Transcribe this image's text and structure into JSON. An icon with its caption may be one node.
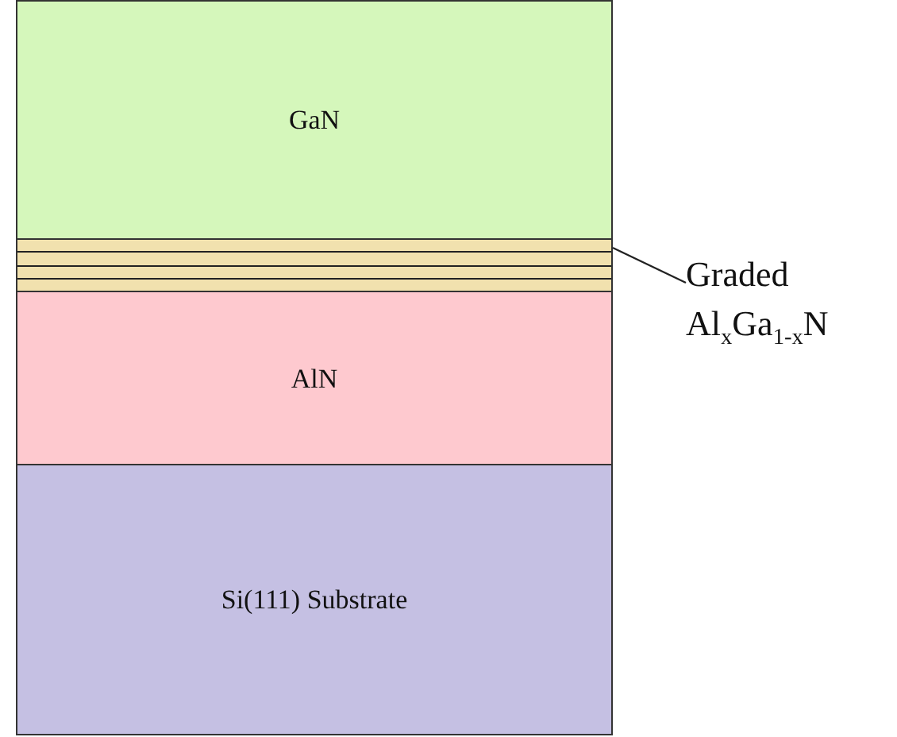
{
  "diagram": {
    "nodes": [
      {
        "text": [
          "GaN"
        ]
      },
      {
        "text": [],
        "shape": "bar"
      },
      {
        "text": [
          "AlN"
        ]
      },
      {
        "text": [
          "Si(111) Substrate"
        ]
      },
      {
        "text": [
          "Graded Al$_{x}$Ga$_{1-x}$N"
        ]
      }
    ],
    "edges": [
      {
        "from": 4,
        "to": 1,
        "arrow": "none"
      }
    ]
  }
}
